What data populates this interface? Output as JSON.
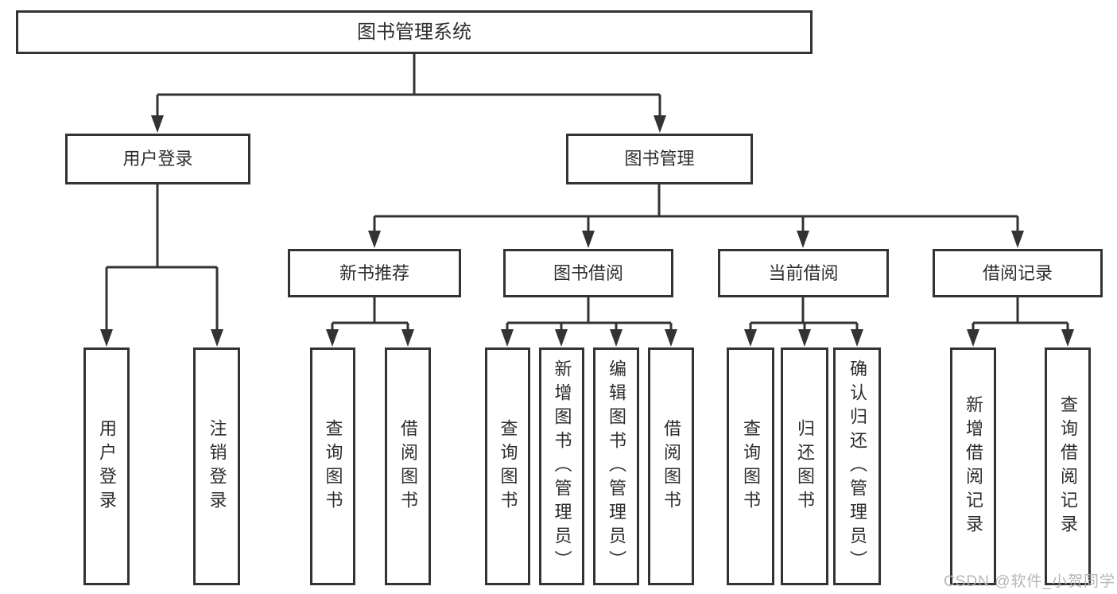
{
  "diagram": {
    "title": "图书管理系统",
    "branches": [
      {
        "label": "用户登录",
        "leaves": [
          {
            "label": "用户登录"
          },
          {
            "label": "注销登录"
          }
        ]
      },
      {
        "label": "图书管理",
        "groups": [
          {
            "label": "新书推荐",
            "leaves": [
              {
                "label": "查询图书"
              },
              {
                "label": "借阅图书"
              }
            ]
          },
          {
            "label": "图书借阅",
            "leaves": [
              {
                "label": "查询图书"
              },
              {
                "label": "新增图书（管理员）"
              },
              {
                "label": "编辑图书（管理员）"
              },
              {
                "label": "借阅图书"
              }
            ]
          },
          {
            "label": "当前借阅",
            "leaves": [
              {
                "label": "查询图书"
              },
              {
                "label": "归还图书"
              },
              {
                "label": "确认归还（管理员）"
              }
            ]
          },
          {
            "label": "借阅记录",
            "leaves": [
              {
                "label": "新增借阅记录"
              },
              {
                "label": "查询借阅记录"
              }
            ]
          }
        ]
      }
    ]
  },
  "watermark": {
    "text": "CSDN @软件_小贺同学"
  },
  "colors": {
    "line": "#333333",
    "text": "#2d2d2d",
    "watermark": "#b2b2b2",
    "background": "#ffffff"
  }
}
